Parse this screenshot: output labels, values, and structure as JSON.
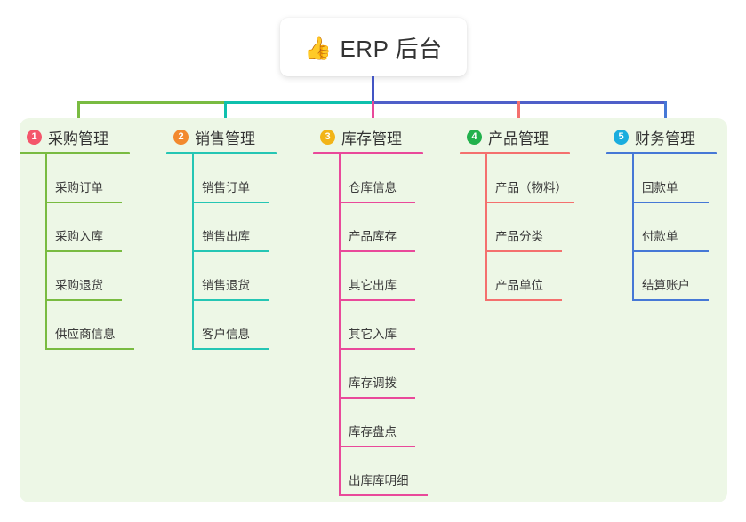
{
  "diagram": {
    "title": "ERP 后台",
    "root_icon": "thumbs-up-icon",
    "root_emoji": "👍",
    "panel_background": "#edf7e6",
    "canvas_background": "#ffffff"
  },
  "connectors": {
    "stem_color": "#4355c4",
    "bus_segment_colors": [
      "#79bb41",
      "#0fc0ad",
      "#4f5fc9"
    ],
    "drop_colors": [
      "#79bb41",
      "#0fc0ad",
      "#e9499a",
      "#f4706e",
      "#4678d6"
    ]
  },
  "columns": [
    {
      "number": "1",
      "title": "采购管理",
      "badge_color": "#f4566b",
      "line_color": "#79bb41",
      "items": [
        "采购订单",
        "采购入库",
        "采购退货",
        "供应商信息"
      ]
    },
    {
      "number": "2",
      "title": "销售管理",
      "badge_color": "#f2892e",
      "line_color": "#25c6b4",
      "items": [
        "销售订单",
        "销售出库",
        "销售退货",
        "客户信息"
      ]
    },
    {
      "number": "3",
      "title": "库存管理",
      "badge_color": "#f2b417",
      "line_color": "#e9499a",
      "items": [
        "仓库信息",
        "产品库存",
        "其它出库",
        "其它入库",
        "库存调拨",
        "库存盘点",
        "出库库明细"
      ]
    },
    {
      "number": "4",
      "title": "产品管理",
      "badge_color": "#22b14c",
      "line_color": "#f4706e",
      "items": [
        "产品（物料）",
        "产品分类",
        "产品单位"
      ]
    },
    {
      "number": "5",
      "title": "财务管理",
      "badge_color": "#1aadde",
      "line_color": "#4678d6",
      "items": [
        "回款单",
        "付款单",
        "结算账户"
      ]
    }
  ]
}
